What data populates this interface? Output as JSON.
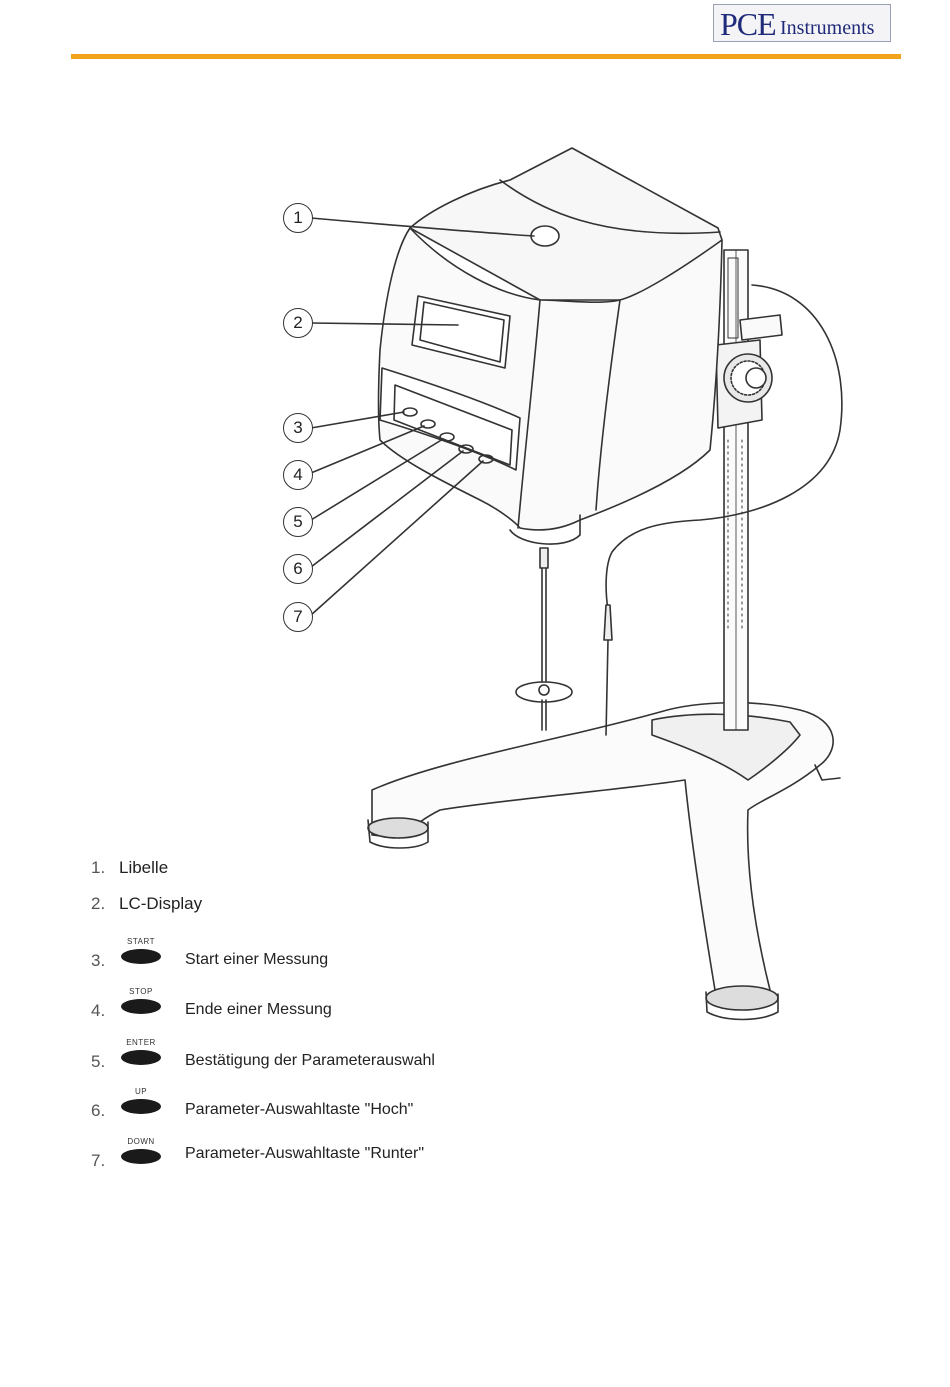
{
  "header": {
    "logo_brand": "PCE",
    "logo_suffix": "Instruments"
  },
  "callouts": [
    "1",
    "2",
    "3",
    "4",
    "5",
    "6",
    "7"
  ],
  "legend": {
    "items": [
      {
        "number": "1.",
        "label": "Libelle"
      },
      {
        "number": "2.",
        "label": "LC-Display"
      },
      {
        "number": "3.",
        "key": "START",
        "label": "Start einer Messung"
      },
      {
        "number": "4.",
        "key": "STOP",
        "label": "Ende einer Messung"
      },
      {
        "number": "5.",
        "key": "ENTER",
        "label": "Bestätigung der Parameterauswahl"
      },
      {
        "number": "6.",
        "key": "UP",
        "label": "Parameter-Auswahltaste \"Hoch\""
      },
      {
        "number": "7.",
        "key": "DOWN",
        "label": "Parameter-Auswahltaste \"Runter\""
      }
    ]
  },
  "colors": {
    "accent_rule": "#f2a31b",
    "logo": "#1f2a7a"
  }
}
